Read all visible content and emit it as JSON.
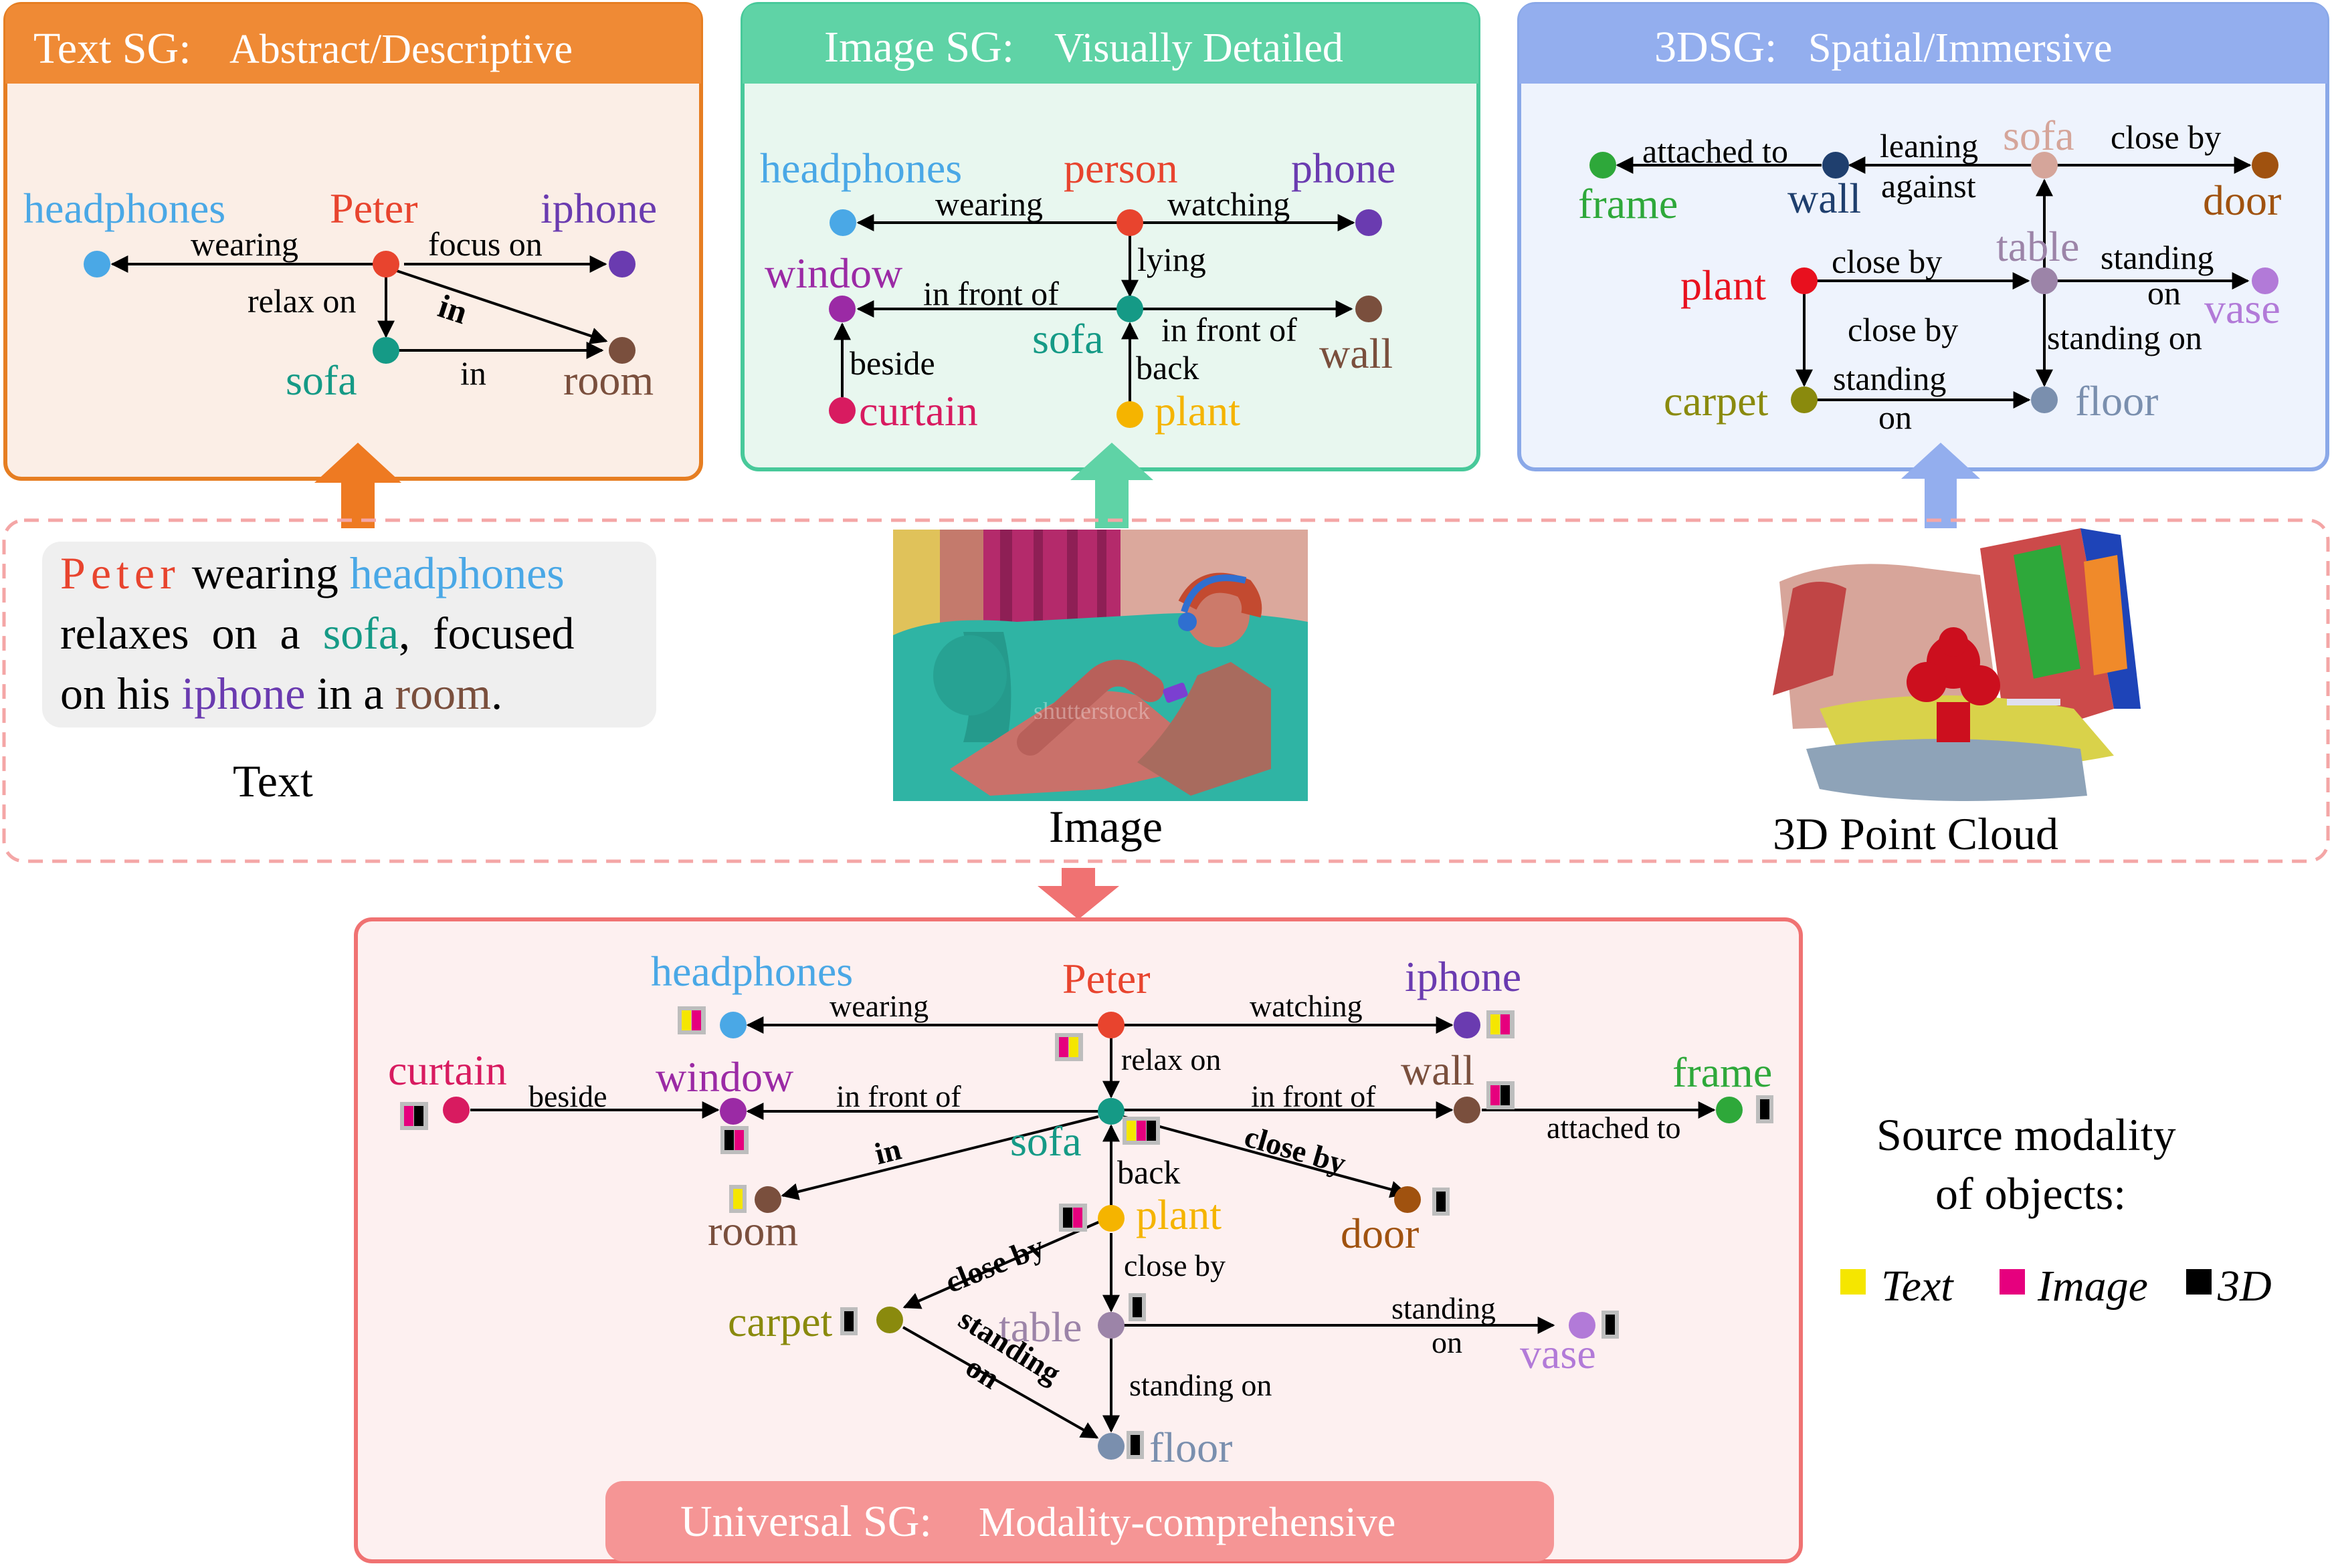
{
  "panels": {
    "text_sg": {
      "title_a": "Text SG: ",
      "title_b": "Abstract/Descriptive",
      "nodes": {
        "headphones": "headphones",
        "peter": "Peter",
        "iphone": "iphone",
        "sofa": "sofa",
        "room": "room"
      },
      "edges": {
        "wearing": "wearing",
        "focus_on": "focus on",
        "relax_on": "relax on",
        "in_diag": "in",
        "in_low": "in"
      }
    },
    "image_sg": {
      "title_a": "Image SG: ",
      "title_b": "Visually Detailed",
      "nodes": {
        "headphones": "headphones",
        "person": "person",
        "phone": "phone",
        "window": "window",
        "sofa": "sofa",
        "wall": "wall",
        "curtain": "curtain",
        "plant": "plant"
      },
      "edges": {
        "wearing": "wearing",
        "watching": "watching",
        "lying": "lying",
        "in_front_of_left": "in front of",
        "in_front_of_right": "in front of",
        "beside": "beside",
        "back": "back"
      }
    },
    "sg3d": {
      "title_a": "3DSG: ",
      "title_b": "Spatial/Immersive",
      "nodes": {
        "frame": "frame",
        "wall": "wall",
        "sofa": "sofa",
        "door": "door",
        "plant": "plant",
        "table": "table",
        "vase": "vase",
        "carpet": "carpet",
        "floor": "floor"
      },
      "edges": {
        "attached_to": "attached to",
        "leaning": "leaning",
        "against": "against",
        "close_by_top": "close by",
        "close_by_mid": "close by",
        "close_by_plant": "close by",
        "standing_vase_a": "standing",
        "standing_vase_b": "on",
        "standing_on_floor": "standing on",
        "standing_carpet_a": "standing",
        "standing_carpet_b": "on"
      }
    }
  },
  "inputs": {
    "text": {
      "line1": [
        "Peter",
        " wearing ",
        "headphones"
      ],
      "line2": [
        "relaxes  on  a  ",
        "sofa",
        ",  focused"
      ],
      "line3": [
        "on his ",
        "iphone",
        " in a ",
        "room",
        "."
      ],
      "caption": "Text"
    },
    "image": {
      "caption": "Image",
      "watermark": "shutterstock"
    },
    "pointcloud": {
      "caption": "3D Point Cloud"
    }
  },
  "universal_sg": {
    "title_a": "Universal SG: ",
    "title_b": "Modality-comprehensive",
    "nodes": {
      "headphones": "headphones",
      "peter": "Peter",
      "iphone": "iphone",
      "curtain": "curtain",
      "window": "window",
      "wall": "wall",
      "frame": "frame",
      "sofa": "sofa",
      "room": "room",
      "plant": "plant",
      "door": "door",
      "carpet": "carpet",
      "table": "table",
      "vase": "vase",
      "floor": "floor"
    },
    "edges": {
      "wearing": "wearing",
      "watching": "watching",
      "relax_on": "relax on",
      "beside": "beside",
      "in_front_of_left": "in front of",
      "in_front_of_right": "in front of",
      "attached_to": "attached to",
      "in": "in",
      "close_by_door": "close by",
      "back": "back",
      "close_by_carpet": "close by",
      "close_by_table": "close by",
      "standing_vase_a": "standing",
      "standing_vase_b": "on",
      "standing_carpet_a": "standing",
      "standing_carpet_b": "on",
      "standing_on_floor": "standing on"
    }
  },
  "legend": {
    "title_line1": "Source modality",
    "title_line2": "of objects:",
    "items": [
      {
        "label": "Text",
        "color": "#f5e600"
      },
      {
        "label": "Image",
        "color": "#e6007e"
      },
      {
        "label": "3D",
        "color": "#000000"
      }
    ]
  },
  "colors": {
    "text_sg_orange": "#e67e22",
    "image_sg_green": "#48c99a",
    "sg3d_blue": "#8aa8e8",
    "universal_red": "#f08080",
    "text_yellow": "#f5e600",
    "image_magenta": "#e6007e",
    "3d_black": "#000000"
  }
}
